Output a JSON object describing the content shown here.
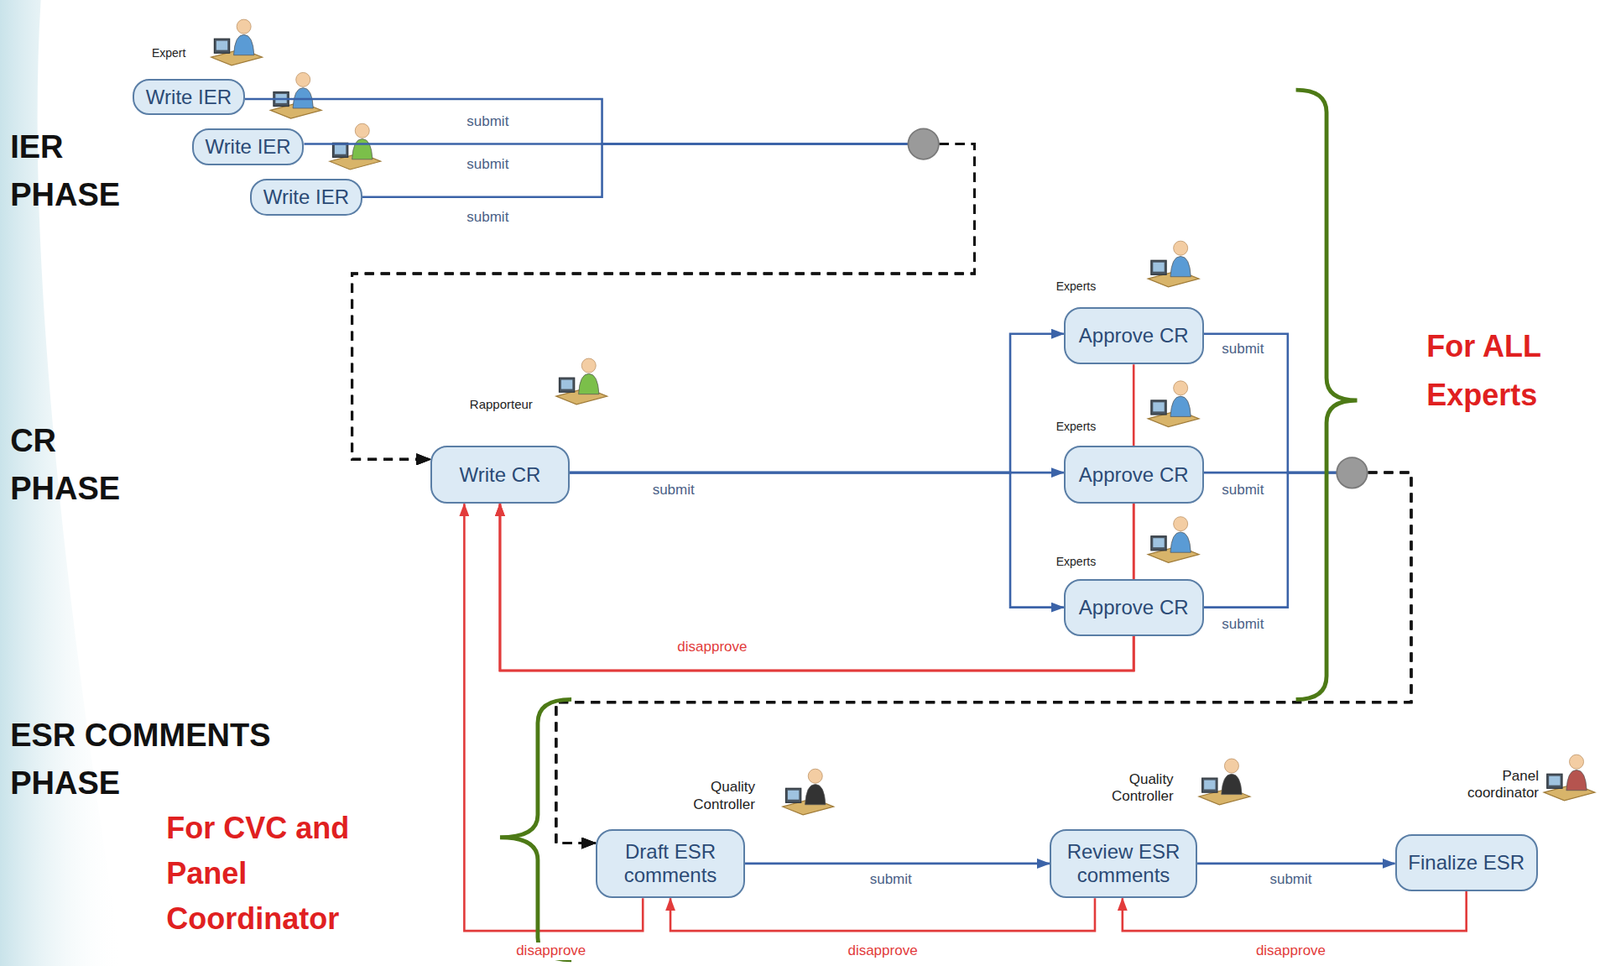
{
  "diagram": {
    "nodes": [
      {
        "text": [
          "Write IER"
        ]
      },
      {
        "text": [
          "Write IER"
        ]
      },
      {
        "text": [
          "Write IER"
        ]
      },
      {
        "text": [
          "Write CR"
        ]
      },
      {
        "text": [
          "Approve CR"
        ]
      },
      {
        "text": [
          "Approve CR"
        ]
      },
      {
        "text": [
          "Approve CR"
        ]
      },
      {
        "text": [
          "Draft ESR comments"
        ]
      },
      {
        "text": [
          "Review ESR comments"
        ]
      },
      {
        "text": [
          "Finalize ESR"
        ]
      }
    ],
    "edges": [
      {
        "from": 0,
        "to": 3,
        "label": "submit",
        "arrow": "to"
      },
      {
        "from": 1,
        "to": 3,
        "label": "submit",
        "arrow": "to"
      },
      {
        "from": 2,
        "to": 3,
        "label": "submit",
        "arrow": "to"
      },
      {
        "from": 3,
        "to": 4,
        "arrow": "to"
      },
      {
        "from": 3,
        "to": 5,
        "label": "submit",
        "arrow": "to"
      },
      {
        "from": 3,
        "to": 6,
        "arrow": "to"
      },
      {
        "from": 4,
        "to": 7,
        "label": "submit",
        "arrow": "to"
      },
      {
        "from": 5,
        "to": 7,
        "label": "submit",
        "arrow": "to"
      },
      {
        "from": 6,
        "to": 7,
        "label": "submit",
        "arrow": "to"
      },
      {
        "from": 7,
        "to": 8,
        "label": "submit",
        "arrow": "to"
      },
      {
        "from": 8,
        "to": 9,
        "label": "submit",
        "arrow": "to"
      },
      {
        "from": 4,
        "to": 3,
        "arrow": "to"
      },
      {
        "from": 5,
        "to": 3,
        "arrow": "to"
      },
      {
        "from": 6,
        "to": 3,
        "label": "disapprove",
        "arrow": "to"
      },
      {
        "from": 7,
        "to": 3,
        "label": "disapprove",
        "arrow": "to"
      },
      {
        "from": 8,
        "to": 7,
        "label": "disapprove",
        "arrow": "to"
      },
      {
        "from": 9,
        "to": 8,
        "label": "disapprove",
        "arrow": "to"
      }
    ],
    "labels": [
      "IER PHASE",
      "CR PHASE",
      "ESR COMMENTS PHASE",
      "For ALL Experts",
      "For CVC and Panel Coordinator",
      "Expert",
      "Rapporteur",
      "Experts",
      "Experts",
      "Experts",
      "Quality Controller",
      "Quality Controller",
      "Panel coordinator"
    ]
  }
}
